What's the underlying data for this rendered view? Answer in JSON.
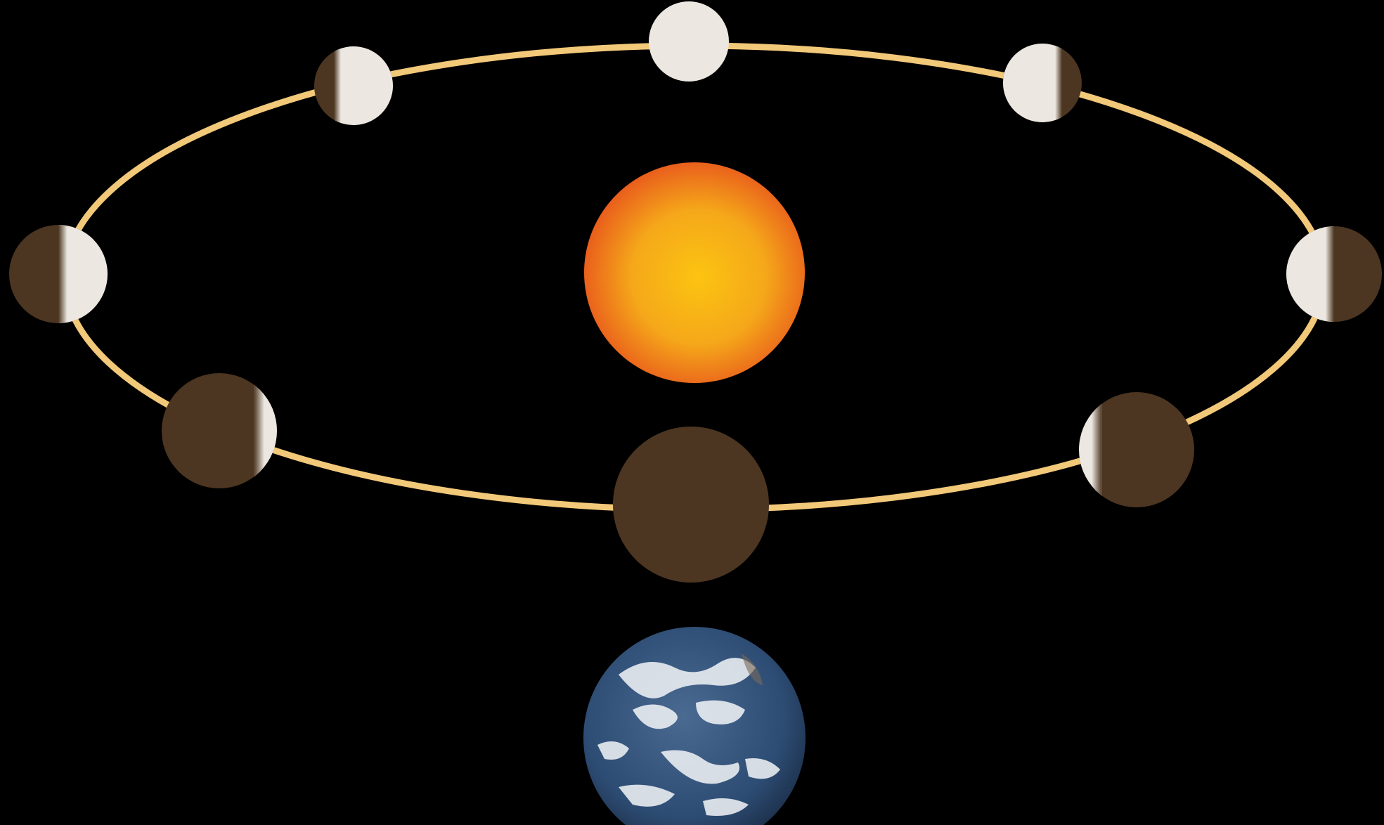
{
  "diagram": {
    "background_color": "#000000",
    "orbit_color": "#f2c879",
    "sun": {
      "name": "sun",
      "color_core": "#fcc411",
      "color_edge": "#e8561c"
    },
    "earth": {
      "name": "earth",
      "ocean_color": "#2d4c73",
      "cloud_color": "#f4f6f8"
    },
    "moon_colors": {
      "lit": "#ece8e1",
      "dark": "#4c3621"
    },
    "moons": [
      {
        "name": "moon-full",
        "phase": "full",
        "lit_fraction": 1.0,
        "lit_side": "both"
      },
      {
        "name": "moon-top-right",
        "phase": "gibbous",
        "lit_fraction": 0.75,
        "lit_side": "left"
      },
      {
        "name": "moon-right",
        "phase": "quarter",
        "lit_fraction": 0.5,
        "lit_side": "left"
      },
      {
        "name": "moon-lower-right",
        "phase": "crescent",
        "lit_fraction": 0.2,
        "lit_side": "left"
      },
      {
        "name": "moon-new",
        "phase": "new",
        "lit_fraction": 0.0,
        "lit_side": "none"
      },
      {
        "name": "moon-lower-left",
        "phase": "crescent",
        "lit_fraction": 0.2,
        "lit_side": "right"
      },
      {
        "name": "moon-left",
        "phase": "quarter",
        "lit_fraction": 0.5,
        "lit_side": "right"
      },
      {
        "name": "moon-top-left",
        "phase": "gibbous",
        "lit_fraction": 0.75,
        "lit_side": "right"
      }
    ]
  }
}
